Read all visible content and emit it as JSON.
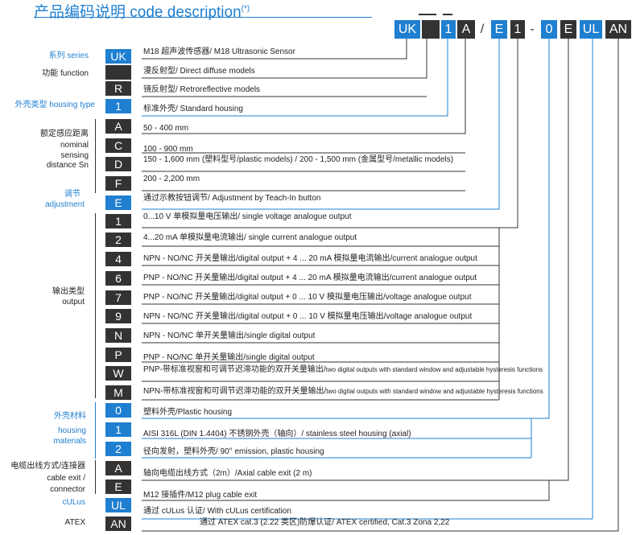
{
  "title": {
    "cn": "产品编码说明",
    "en": "code description",
    "mark": "(*)"
  },
  "code": [
    "UK",
    "",
    "1",
    "A",
    "/",
    "E",
    "1",
    "-",
    "0",
    "E",
    "UL",
    "AN"
  ],
  "sections": {
    "series": "系列 series",
    "function": "功能 function",
    "housing_type": "外壳类型 housing type",
    "sensing_cn": "额定感应距离",
    "sensing_en1": "nominal",
    "sensing_en2": "sensing",
    "sensing_en3": "distance Sn",
    "adjust_cn": "调节",
    "adjust_en": "adjustment",
    "output_cn": "输出类型",
    "output_en": "output",
    "material_cn": "外壳材料",
    "material_en1": "housing",
    "material_en2": "materials",
    "cable_cn": "电缆出线方式/连接器",
    "cable_en1": "cable exit /",
    "cable_en2": "connector",
    "culus": "cULus",
    "atex": "ATEX"
  },
  "rows": [
    {
      "code": "UK",
      "desc": "M18 超声波传感器/ M18 Ultrasonic Sensor"
    },
    {
      "code": "",
      "desc": "漫反射型/ Direct diffuse models"
    },
    {
      "code": "R",
      "desc": "镜反射型/ Retroreflective models"
    },
    {
      "code": "1",
      "desc": "标准外壳/ Standard housing"
    },
    {
      "code": "A",
      "desc": "50 - 400 mm"
    },
    {
      "code": "C",
      "desc": "100 - 900 mm"
    },
    {
      "code": "D",
      "desc": "150 - 1,600 mm (塑料型号/plastic models) / 200 - 1,500 mm (金属型号/metallic models)"
    },
    {
      "code": "F",
      "desc": "200 - 2,200 mm"
    },
    {
      "code": "E",
      "desc": "通过示教按钮调节/ Adjustment by Teach-In button"
    },
    {
      "code": "1",
      "desc": "0...10 V 单模拟量电压输出/ single voltage analogue output"
    },
    {
      "code": "2",
      "desc": "4...20 mA 单模拟量电流输出/ single current analogue  output"
    },
    {
      "code": "4",
      "desc": "NPN - NO/NC 开关量输出/digital output + 4 ... 20 mA 模拟量电流输出/current analogue output"
    },
    {
      "code": "6",
      "desc": "PNP - NO/NC 开关量输出/digital output + 4 ... 20 mA 模拟量电流输出/current analogue output"
    },
    {
      "code": "7",
      "desc": "PNP - NO/NC 开关量输出/digital output + 0 ... 10 V 模拟量电压输出/voltage analogue output"
    },
    {
      "code": "9",
      "desc": "NPN - NO/NC 开关量输出/digital output + 0 ... 10 V 模拟量电压输出/voltage analogue output"
    },
    {
      "code": "N",
      "desc": "NPN - NO/NC 单开关量输出/single digital  output"
    },
    {
      "code": "P",
      "desc": "PNP - NO/NC 单开关量输出/single digital output"
    },
    {
      "code": "W",
      "desc": "PNP-带标准视窗和可调节迟滞功能的双开关量输出/",
      "small": "two digital outputs with standard window and adjustable hysteresis functions"
    },
    {
      "code": "M",
      "desc": "NPN-带标准视窗和可调节迟滞功能的双开关量输出/",
      "small": "two digital outputs with standard window and adjustable hysteresis functions"
    },
    {
      "code": "0",
      "desc": "塑料外壳/Plastic housing"
    },
    {
      "code": "1",
      "desc": "AISI 316L (DIN 1.4404) 不锈钢外壳（轴向）/ stainless steel housing (axial)"
    },
    {
      "code": "2",
      "desc": "径向发射，塑料外壳/ 90° emission, plastic housing"
    },
    {
      "code": "A",
      "desc": "轴向电缆出线方式（2m）/Axial cable exit (2 m)"
    },
    {
      "code": "E",
      "desc": "M12 接插件/M12 plug cable exit"
    },
    {
      "code": "UL",
      "desc": "通过 cULus 认证/ With cULus certification"
    },
    {
      "code": "AN",
      "desc": "通过 ATEX cat.3 (2.22 类区)防爆认证/ ATEX certified, Cat.3 Zona 2,22"
    }
  ],
  "colors": {
    "accent": "#1f7fd0",
    "box": "#333333"
  }
}
